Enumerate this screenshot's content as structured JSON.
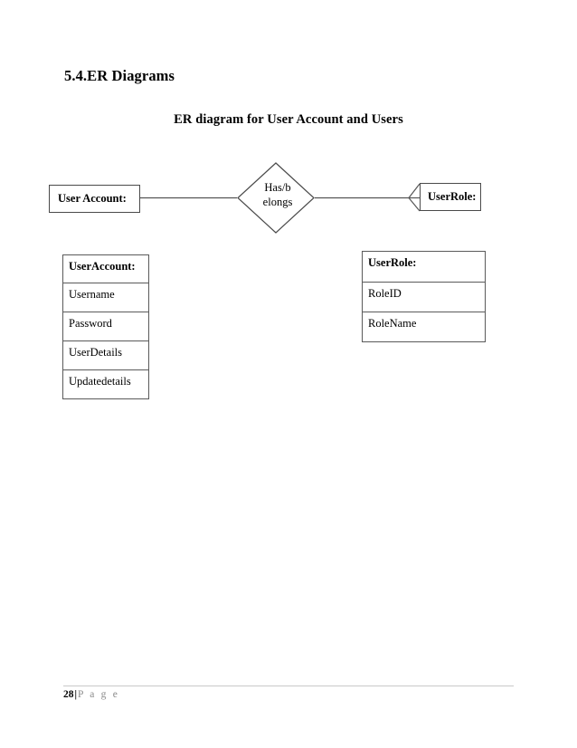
{
  "document": {
    "section_title": "5.4.ER Diagrams",
    "diagram_caption": "ER diagram for User Account and Users"
  },
  "diagram": {
    "entities": [
      {
        "id": "user-account",
        "label": "User Account:"
      },
      {
        "id": "user-role",
        "label": "UserRole:"
      }
    ],
    "relationship": {
      "label_line1": "Has/b",
      "label_line2": "elongs",
      "full_label": "Has/belongs",
      "shape": "diamond"
    },
    "cardinality": {
      "right_notation": "crows-foot-many"
    }
  },
  "tables": [
    {
      "id": "user-account",
      "header": "UserAccount:",
      "attributes": [
        "Username",
        "Password",
        "UserDetails",
        "Updatedetails"
      ]
    },
    {
      "id": "user-role",
      "header": "UserRole:",
      "attributes": [
        "RoleID",
        "RoleName"
      ]
    }
  ],
  "footer": {
    "page_number": "28",
    "separator": "|",
    "page_word": "P a g e"
  },
  "colors": {
    "ink": "#000000",
    "stroke": "#4a4a4a",
    "table_stroke": "#5a5a5a",
    "footer_rule": "#c9c9c9",
    "footer_muted": "#8a8a8a",
    "background": "#ffffff"
  }
}
